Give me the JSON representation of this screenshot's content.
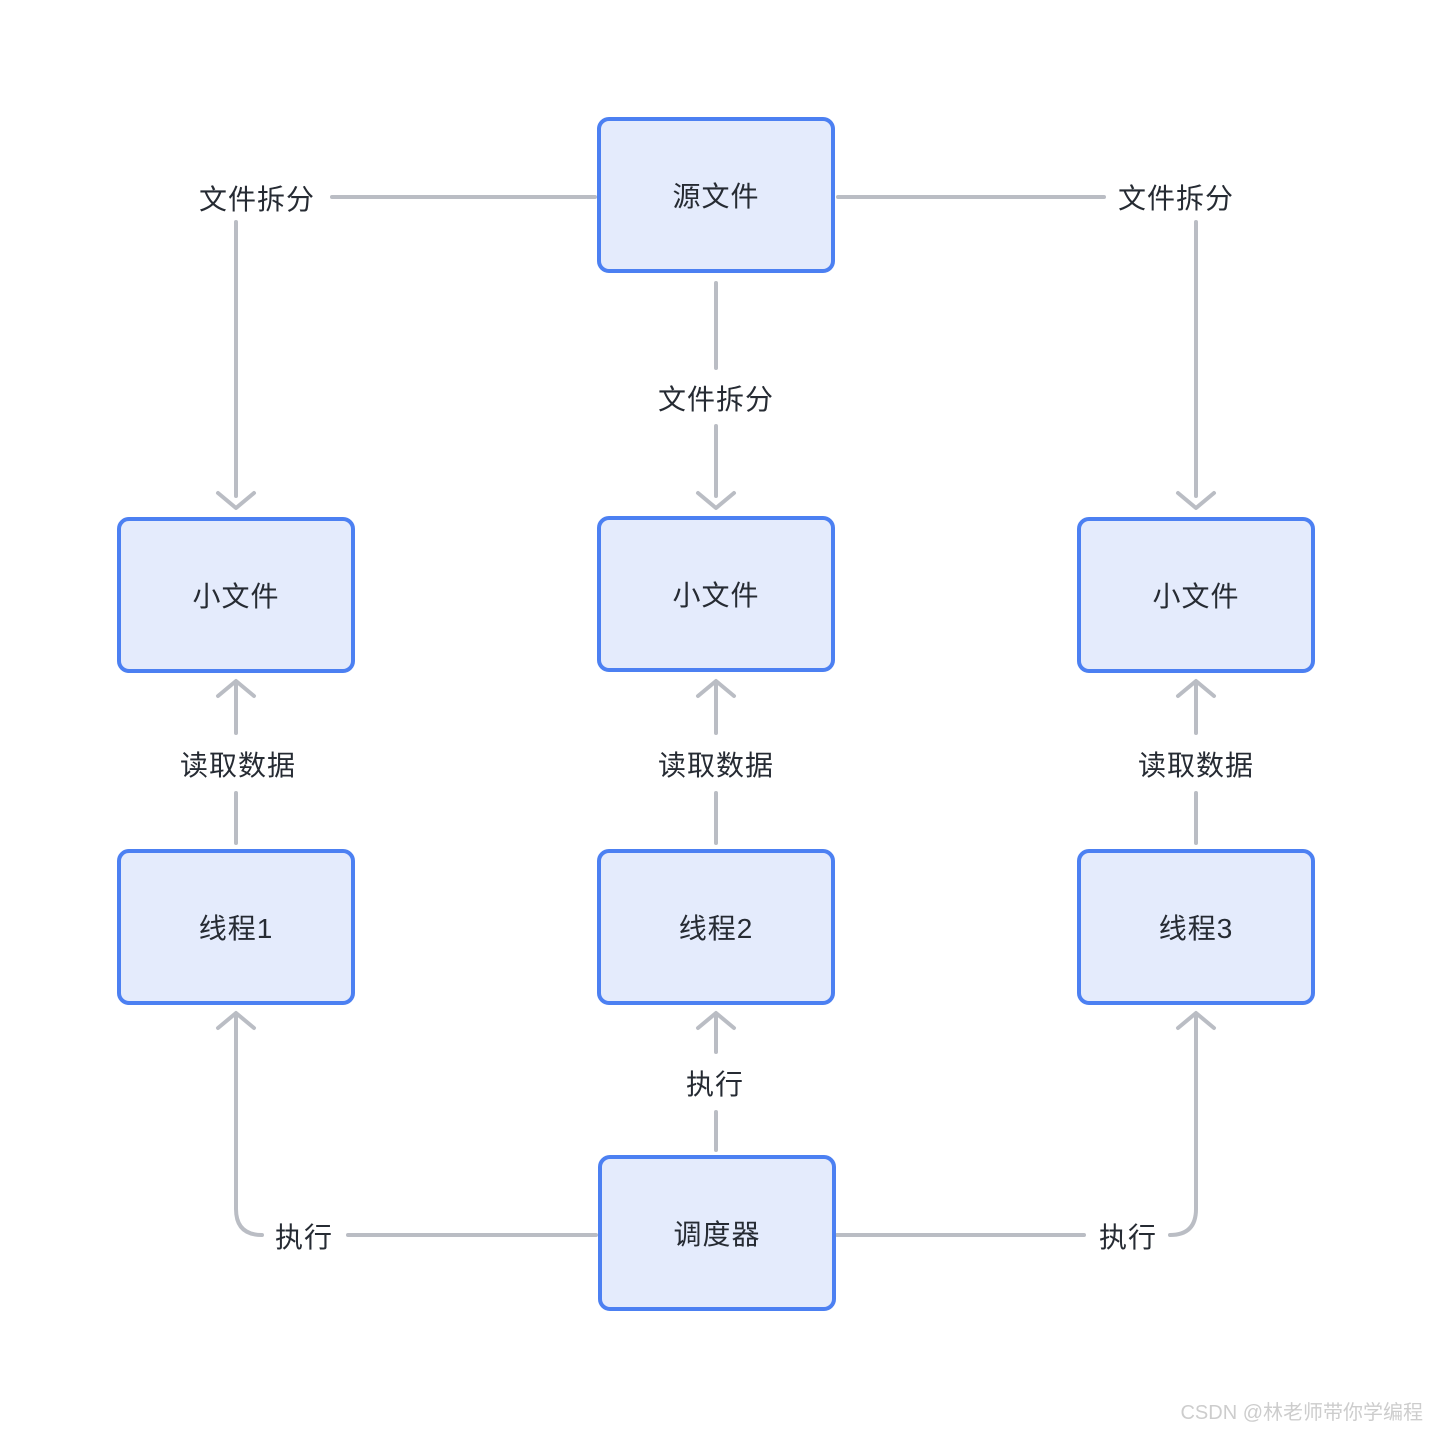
{
  "diagram": {
    "nodes": {
      "source": {
        "label": "源文件"
      },
      "small1": {
        "label": "小文件"
      },
      "small2": {
        "label": "小文件"
      },
      "small3": {
        "label": "小文件"
      },
      "thread1": {
        "label": "线程1"
      },
      "thread2": {
        "label": "线程2"
      },
      "thread3": {
        "label": "线程3"
      },
      "scheduler": {
        "label": "调度器"
      }
    },
    "edge_labels": {
      "split_left": "文件拆分",
      "split_mid": "文件拆分",
      "split_right": "文件拆分",
      "read_left": "读取数据",
      "read_mid": "读取数据",
      "read_right": "读取数据",
      "exec_left": "执行",
      "exec_mid": "执行",
      "exec_right": "执行"
    },
    "colors": {
      "node_fill": "#E4EBFC",
      "node_border": "#4C80F2",
      "connector": "#BABDC4",
      "text": "#262B33",
      "watermark": "#CDCDCD"
    }
  },
  "watermark": {
    "text": "CSDN @林老师带你学编程"
  }
}
